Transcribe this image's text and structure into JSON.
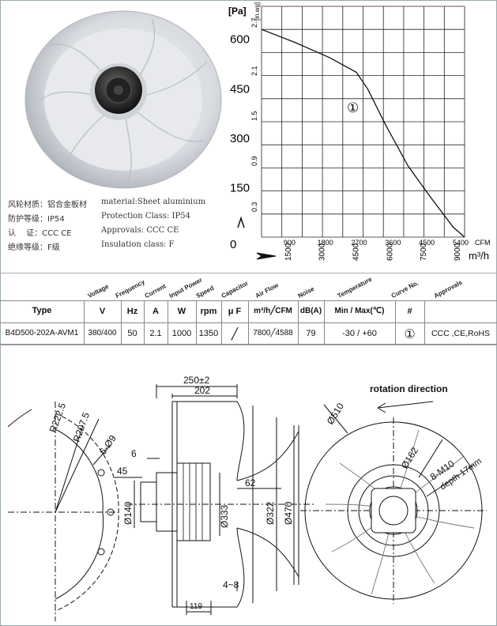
{
  "specs": [
    {
      "zh": "风轮材质：铝合金板材",
      "en": "material:Sheet aluminium"
    },
    {
      "zh": "防护等级：IP54",
      "en": "Protection Class: IP54"
    },
    {
      "zh": "认　 证：CCC CE",
      "en": "Approvals: CCC  CE"
    },
    {
      "zh": "绝缘等级：F级",
      "en": "Insulation class: F"
    }
  ],
  "chart_data": {
    "type": "line",
    "ylabel": "[Pa]",
    "ylabel_alt": "[in.wg]",
    "xlabel": "m³/h",
    "xlabel_alt": "CFM",
    "y_ticks": [
      "600",
      "450",
      "300",
      "150",
      "0"
    ],
    "y_ticks_alt": [
      "2.7",
      "2.1",
      "1.5",
      "0.9",
      "0.3"
    ],
    "x_ticks_cfm": [
      "900",
      "1800",
      "2700",
      "3600",
      "4500",
      "5400"
    ],
    "x_ticks_m3h": [
      "1500",
      "3000",
      "4500",
      "6000",
      "7500",
      "9000"
    ],
    "xlim": [
      0,
      9000
    ],
    "ylim": [
      0,
      700
    ],
    "grid": true,
    "curve_label": "①",
    "series": [
      {
        "x": [
          0,
          1500,
          3000,
          4200,
          4700,
          5500,
          6500,
          7500,
          8500,
          9000
        ],
        "y": [
          630,
          590,
          545,
          500,
          450,
          340,
          215,
          120,
          30,
          0
        ]
      }
    ]
  },
  "table": {
    "rotated_headers": [
      "Voltage",
      "Frequency",
      "Current",
      "Input Power",
      "Speed",
      "Capacitor",
      "Air Flow",
      "Noise",
      "Temperature",
      "Curve No.",
      "Approvals"
    ],
    "type_label": "Type",
    "units": [
      "V",
      "Hz",
      "A",
      "W",
      "rpm",
      "μ F",
      "m³/h╱CFM",
      "dB(A)",
      "Min / Max(℃)",
      "#"
    ],
    "row": {
      "type": "B4D500-202A-AVM1",
      "voltage": "380/400",
      "frequency": "50",
      "current": "2.1",
      "power": "1000",
      "speed": "1350",
      "capacitor": "╱",
      "airflow": "7800╱4588",
      "noise": "79",
      "temperature": "-30 / +60",
      "curve": "①",
      "approvals": "CCC ,CE,RoHS"
    }
  },
  "drawing": {
    "rotation_label": "rotation direction",
    "dims": {
      "r222": "R222.5",
      "r207": "R207.5",
      "holes": "6-Ø9",
      "d6": "6",
      "d45": "45",
      "d140": "Ø140",
      "d333": "Ø333",
      "d322": "Ø322",
      "d470": "Ø470",
      "w250": "250±2",
      "w202": "202",
      "w62": "62",
      "w4_8": "4~8",
      "w119": "119",
      "d510": "Ø510",
      "d162": "Ø162",
      "m10": "8-M10",
      "depth": "depth 17mm"
    }
  }
}
